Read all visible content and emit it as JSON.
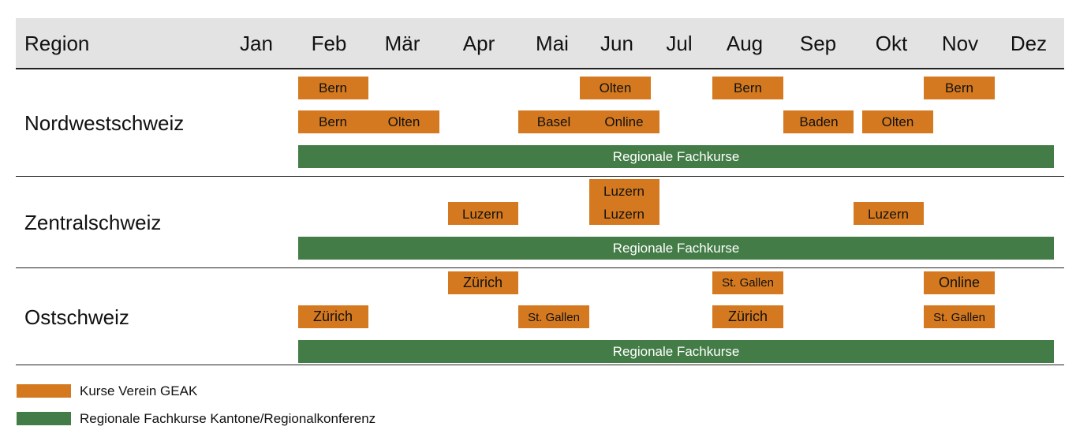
{
  "header": {
    "region_label": "Region",
    "months": [
      "Jan",
      "Feb",
      "Mär",
      "Apr",
      "Mai",
      "Jun",
      "Jul",
      "Aug",
      "Sep",
      "Okt",
      "Nov",
      "Dez"
    ]
  },
  "regions": [
    {
      "name": "Nordwestschweiz",
      "row1": [
        "Bern",
        "Olten",
        "Bern",
        "Bern"
      ],
      "row2": [
        "Bern",
        "Olten",
        "Basel",
        "Online",
        "Baden",
        "Olten"
      ],
      "fachkurse": "Regionale Fachkurse"
    },
    {
      "name": "Zentralschweiz",
      "row1": [
        "Luzern"
      ],
      "row2": [
        "Luzern",
        "Luzern",
        "Luzern"
      ],
      "fachkurse": "Regionale Fachkurse"
    },
    {
      "name": "Ostschweiz",
      "row1": [
        "Zürich",
        "St. Gallen",
        "Online"
      ],
      "row2": [
        "Zürich",
        "St. Gallen",
        "Zürich",
        "St. Gallen"
      ],
      "fachkurse": "Regionale Fachkurse"
    }
  ],
  "legend": {
    "items": [
      {
        "label": "Kurse Verein GEAK",
        "color": "#d4791f"
      },
      {
        "label": "Regionale Fachkurse Kantone/Regionalkonferenz",
        "color": "#437c46"
      }
    ]
  },
  "colors": {
    "geak": "#d4791f",
    "fachkurse": "#437c46",
    "header": "#e3e3e3"
  }
}
